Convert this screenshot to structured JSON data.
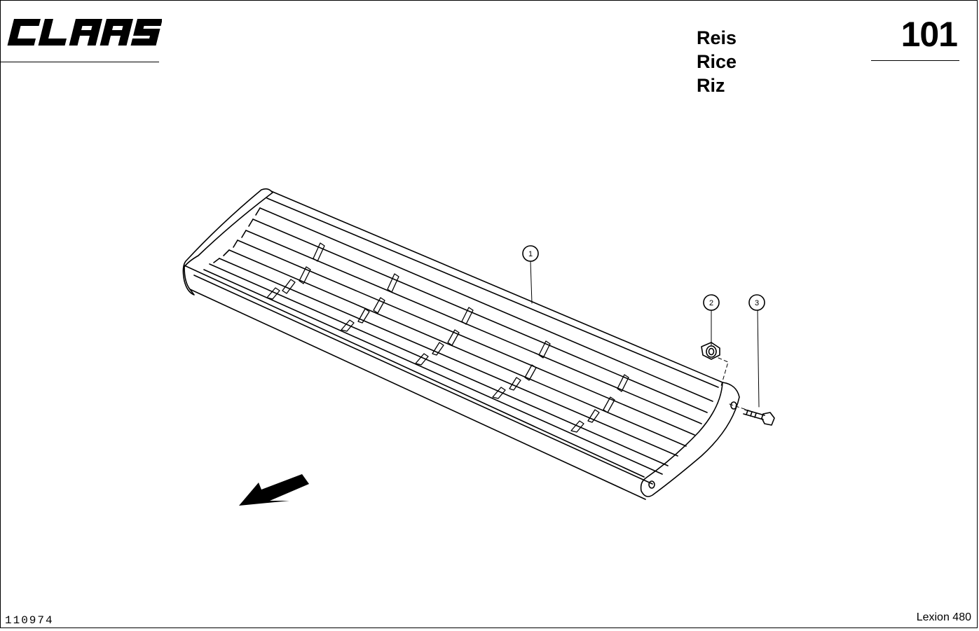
{
  "header": {
    "brand": "CLAAS",
    "page_number": "101",
    "titles": [
      "Reis",
      "Rice",
      "Riz"
    ]
  },
  "parts": [
    {
      "id": "part-1",
      "callout": "1",
      "icon": "grain-sieve-frame"
    },
    {
      "id": "part-2",
      "callout": "2",
      "icon": "nut"
    },
    {
      "id": "part-3",
      "callout": "3",
      "icon": "bolt"
    }
  ],
  "direction_arrow": {
    "icon": "travel-direction-arrow"
  },
  "footer": {
    "document_id": "110974",
    "model": "Lexion 480"
  }
}
